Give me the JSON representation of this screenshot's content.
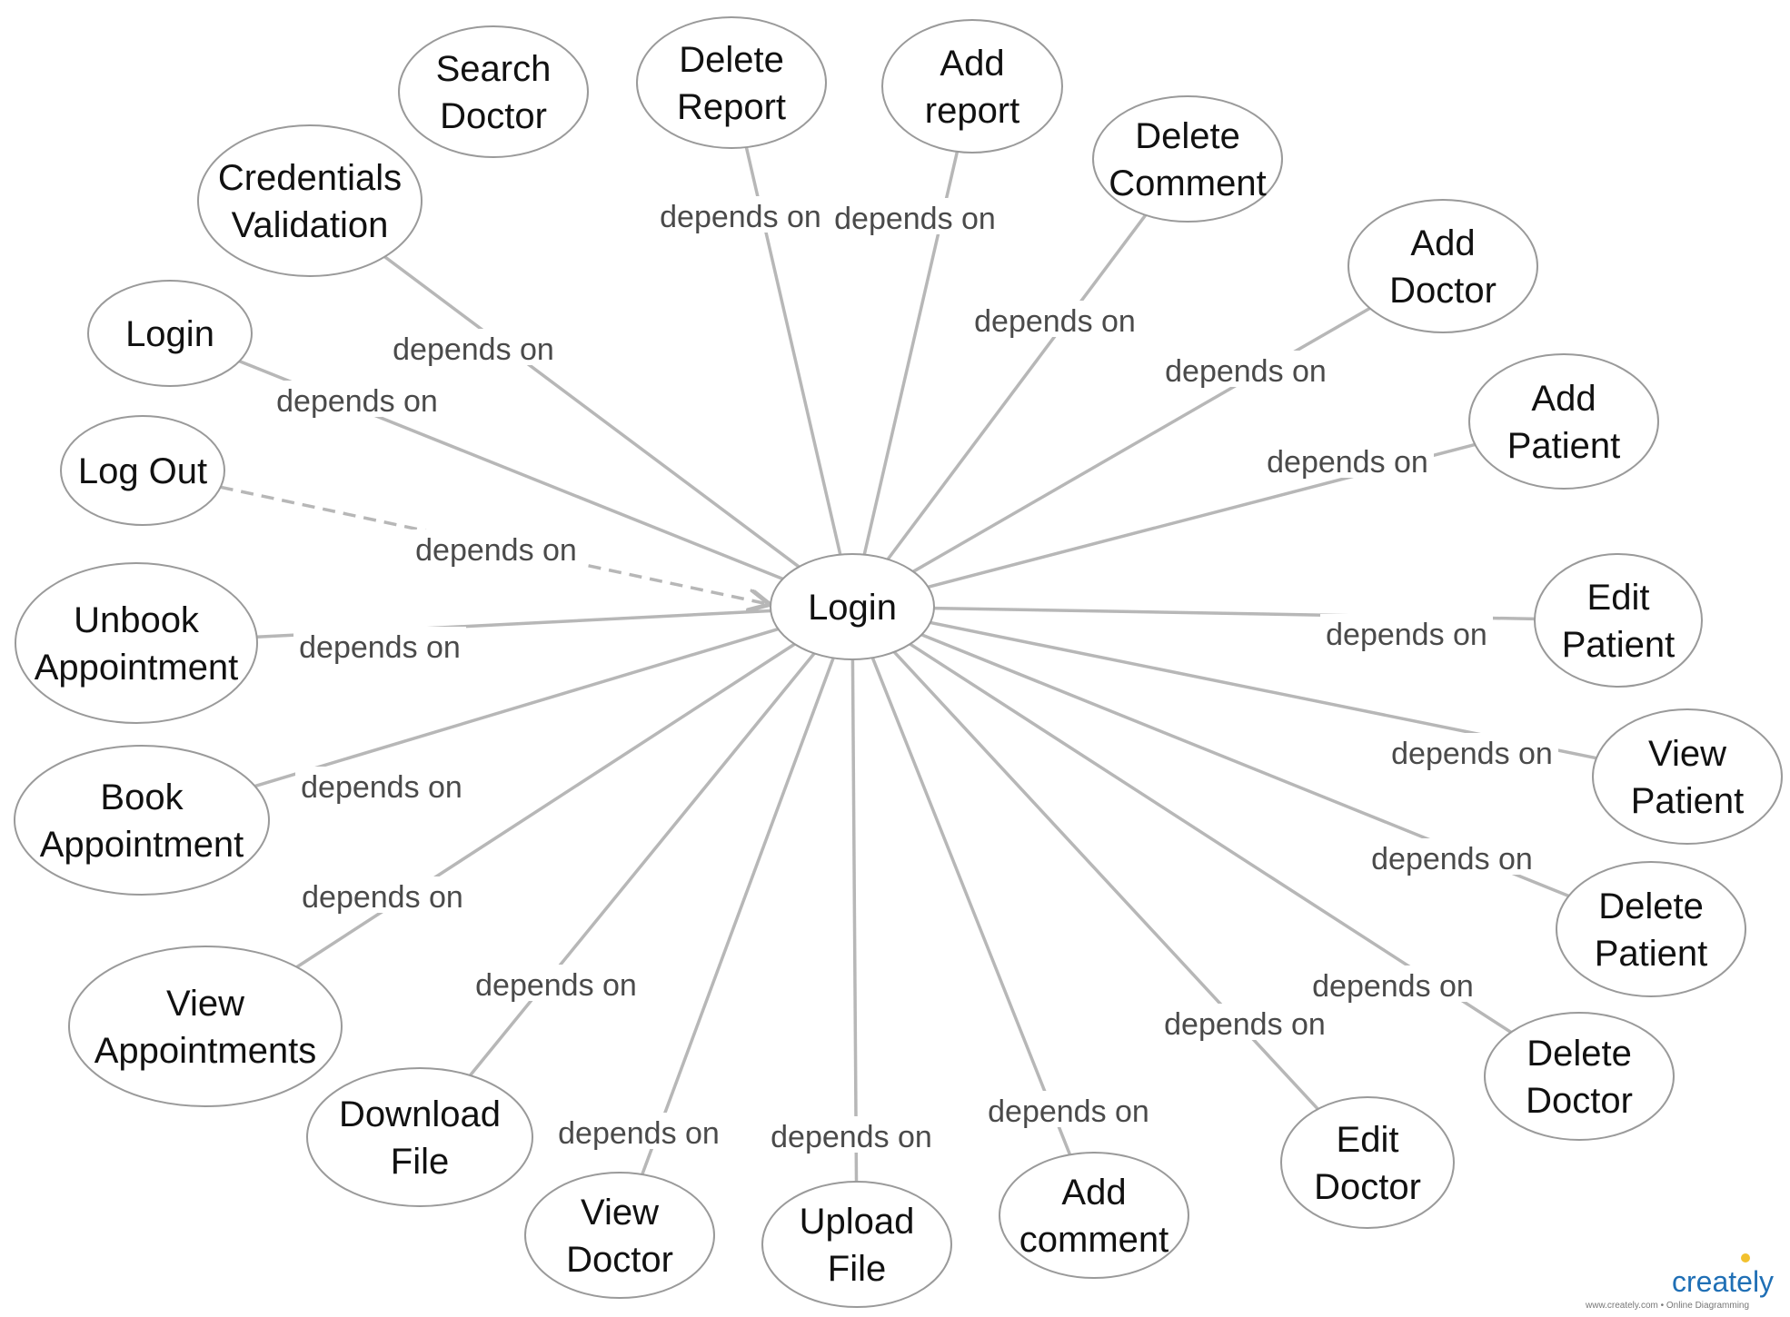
{
  "center": {
    "id": "center",
    "label": [
      "Login"
    ]
  },
  "edge_label": "depends on",
  "nodes": [
    {
      "id": "search-doctor",
      "label": [
        "Search",
        "Doctor"
      ]
    },
    {
      "id": "delete-report",
      "label": [
        "Delete",
        "Report"
      ]
    },
    {
      "id": "add-report",
      "label": [
        "Add",
        "report"
      ]
    },
    {
      "id": "delete-comment",
      "label": [
        "Delete",
        "Comment"
      ]
    },
    {
      "id": "credentials-validation",
      "label": [
        "Credentials",
        "Validation"
      ]
    },
    {
      "id": "add-doctor",
      "label": [
        "Add",
        "Doctor"
      ]
    },
    {
      "id": "login",
      "label": [
        "Login"
      ]
    },
    {
      "id": "add-patient",
      "label": [
        "Add",
        "Patient"
      ]
    },
    {
      "id": "log-out",
      "label": [
        "Log Out"
      ]
    },
    {
      "id": "unbook-appointment",
      "label": [
        "Unbook",
        "Appointment"
      ]
    },
    {
      "id": "edit-patient",
      "label": [
        "Edit",
        "Patient"
      ]
    },
    {
      "id": "view-patient",
      "label": [
        "View",
        "Patient"
      ]
    },
    {
      "id": "book-appointment",
      "label": [
        "Book",
        "Appointment"
      ]
    },
    {
      "id": "delete-patient",
      "label": [
        "Delete",
        "Patient"
      ]
    },
    {
      "id": "view-appointments",
      "label": [
        "View",
        "Appointments"
      ]
    },
    {
      "id": "delete-doctor",
      "label": [
        "Delete",
        "Doctor"
      ]
    },
    {
      "id": "download-file",
      "label": [
        "Download",
        "File"
      ]
    },
    {
      "id": "edit-doctor",
      "label": [
        "Edit",
        "Doctor"
      ]
    },
    {
      "id": "view-doctor",
      "label": [
        "View",
        "Doctor"
      ]
    },
    {
      "id": "upload-file",
      "label": [
        "Upload",
        "File"
      ]
    },
    {
      "id": "add-comment",
      "label": [
        "Add",
        "comment"
      ]
    }
  ],
  "edges": [
    {
      "from": "delete-report",
      "to": "center",
      "label": "depends on",
      "style": "solid"
    },
    {
      "from": "add-report",
      "to": "center",
      "label": "depends on",
      "style": "solid"
    },
    {
      "from": "delete-comment",
      "to": "center",
      "label": "depends on",
      "style": "solid"
    },
    {
      "from": "credentials-validation",
      "to": "center",
      "label": "depends on",
      "style": "solid"
    },
    {
      "from": "add-doctor",
      "to": "center",
      "label": "depends on",
      "style": "solid"
    },
    {
      "from": "login",
      "to": "center",
      "label": "depends on",
      "style": "solid"
    },
    {
      "from": "add-patient",
      "to": "center",
      "label": "depends on",
      "style": "solid"
    },
    {
      "from": "log-out",
      "to": "center",
      "label": "depends on",
      "style": "dashed",
      "arrow": true
    },
    {
      "from": "unbook-appointment",
      "to": "center",
      "label": "depends on",
      "style": "solid"
    },
    {
      "from": "edit-patient",
      "to": "center",
      "label": "depends on",
      "style": "solid"
    },
    {
      "from": "view-patient",
      "to": "center",
      "label": "depends on",
      "style": "solid"
    },
    {
      "from": "book-appointment",
      "to": "center",
      "label": "depends on",
      "style": "solid"
    },
    {
      "from": "delete-patient",
      "to": "center",
      "label": "depends on",
      "style": "solid"
    },
    {
      "from": "view-appointments",
      "to": "center",
      "label": "depends on",
      "style": "solid"
    },
    {
      "from": "delete-doctor",
      "to": "center",
      "label": "depends on",
      "style": "solid"
    },
    {
      "from": "download-file",
      "to": "center",
      "label": "depends on",
      "style": "solid"
    },
    {
      "from": "edit-doctor",
      "to": "center",
      "label": "depends on",
      "style": "solid"
    },
    {
      "from": "view-doctor",
      "to": "center",
      "label": "depends on",
      "style": "solid"
    },
    {
      "from": "upload-file",
      "to": "center",
      "label": "depends on",
      "style": "solid"
    },
    {
      "from": "add-comment",
      "to": "center",
      "label": "depends on",
      "style": "solid"
    }
  ],
  "logo": {
    "text": "creately",
    "tagline": "www.creately.com • Online Diagramming"
  },
  "colors": {
    "edge": "#b7b7b7",
    "node_stroke": "#9a9a9a",
    "logo": "#1f6fb5",
    "logo_bulb": "#f2c12e"
  }
}
